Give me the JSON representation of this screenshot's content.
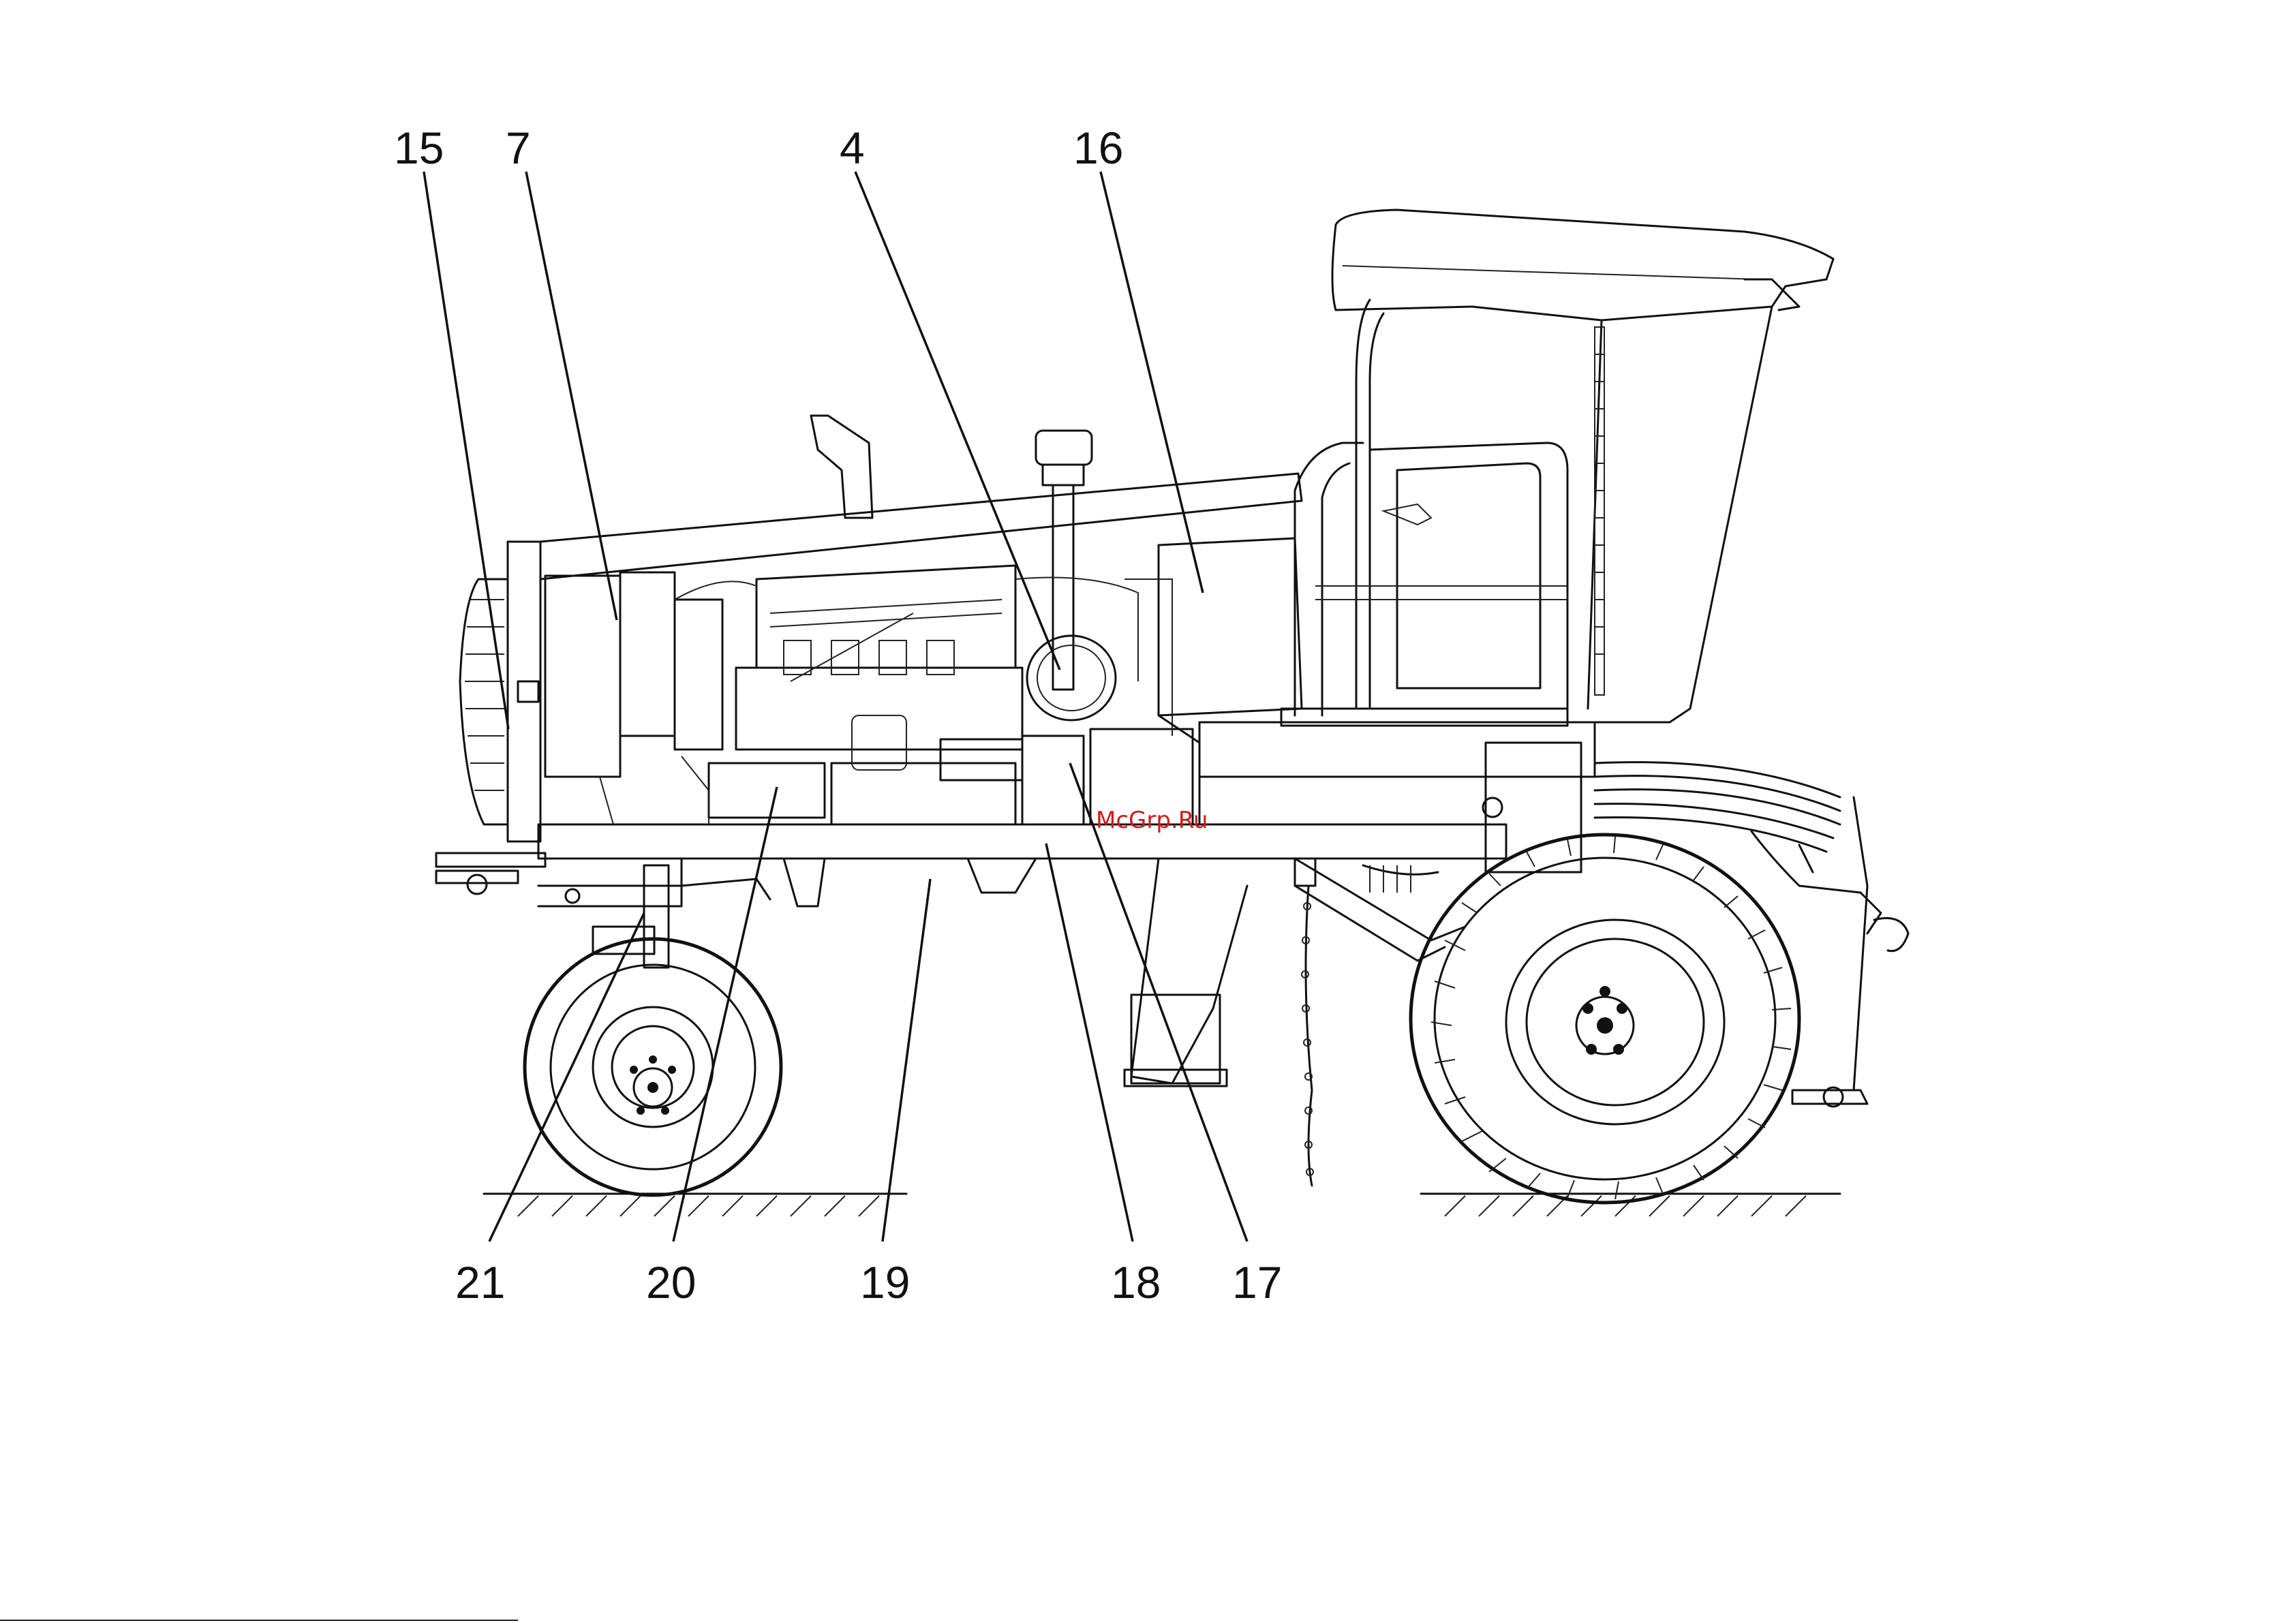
{
  "diagram": {
    "watermark": "McGrp.Ru",
    "callouts": [
      {
        "id": "c15",
        "label": "15"
      },
      {
        "id": "c7",
        "label": "7"
      },
      {
        "id": "c4",
        "label": "4"
      },
      {
        "id": "c16",
        "label": "16"
      },
      {
        "id": "c21",
        "label": "21"
      },
      {
        "id": "c20",
        "label": "20"
      },
      {
        "id": "c19",
        "label": "19"
      },
      {
        "id": "c18",
        "label": "18"
      },
      {
        "id": "c17",
        "label": "17"
      }
    ]
  }
}
